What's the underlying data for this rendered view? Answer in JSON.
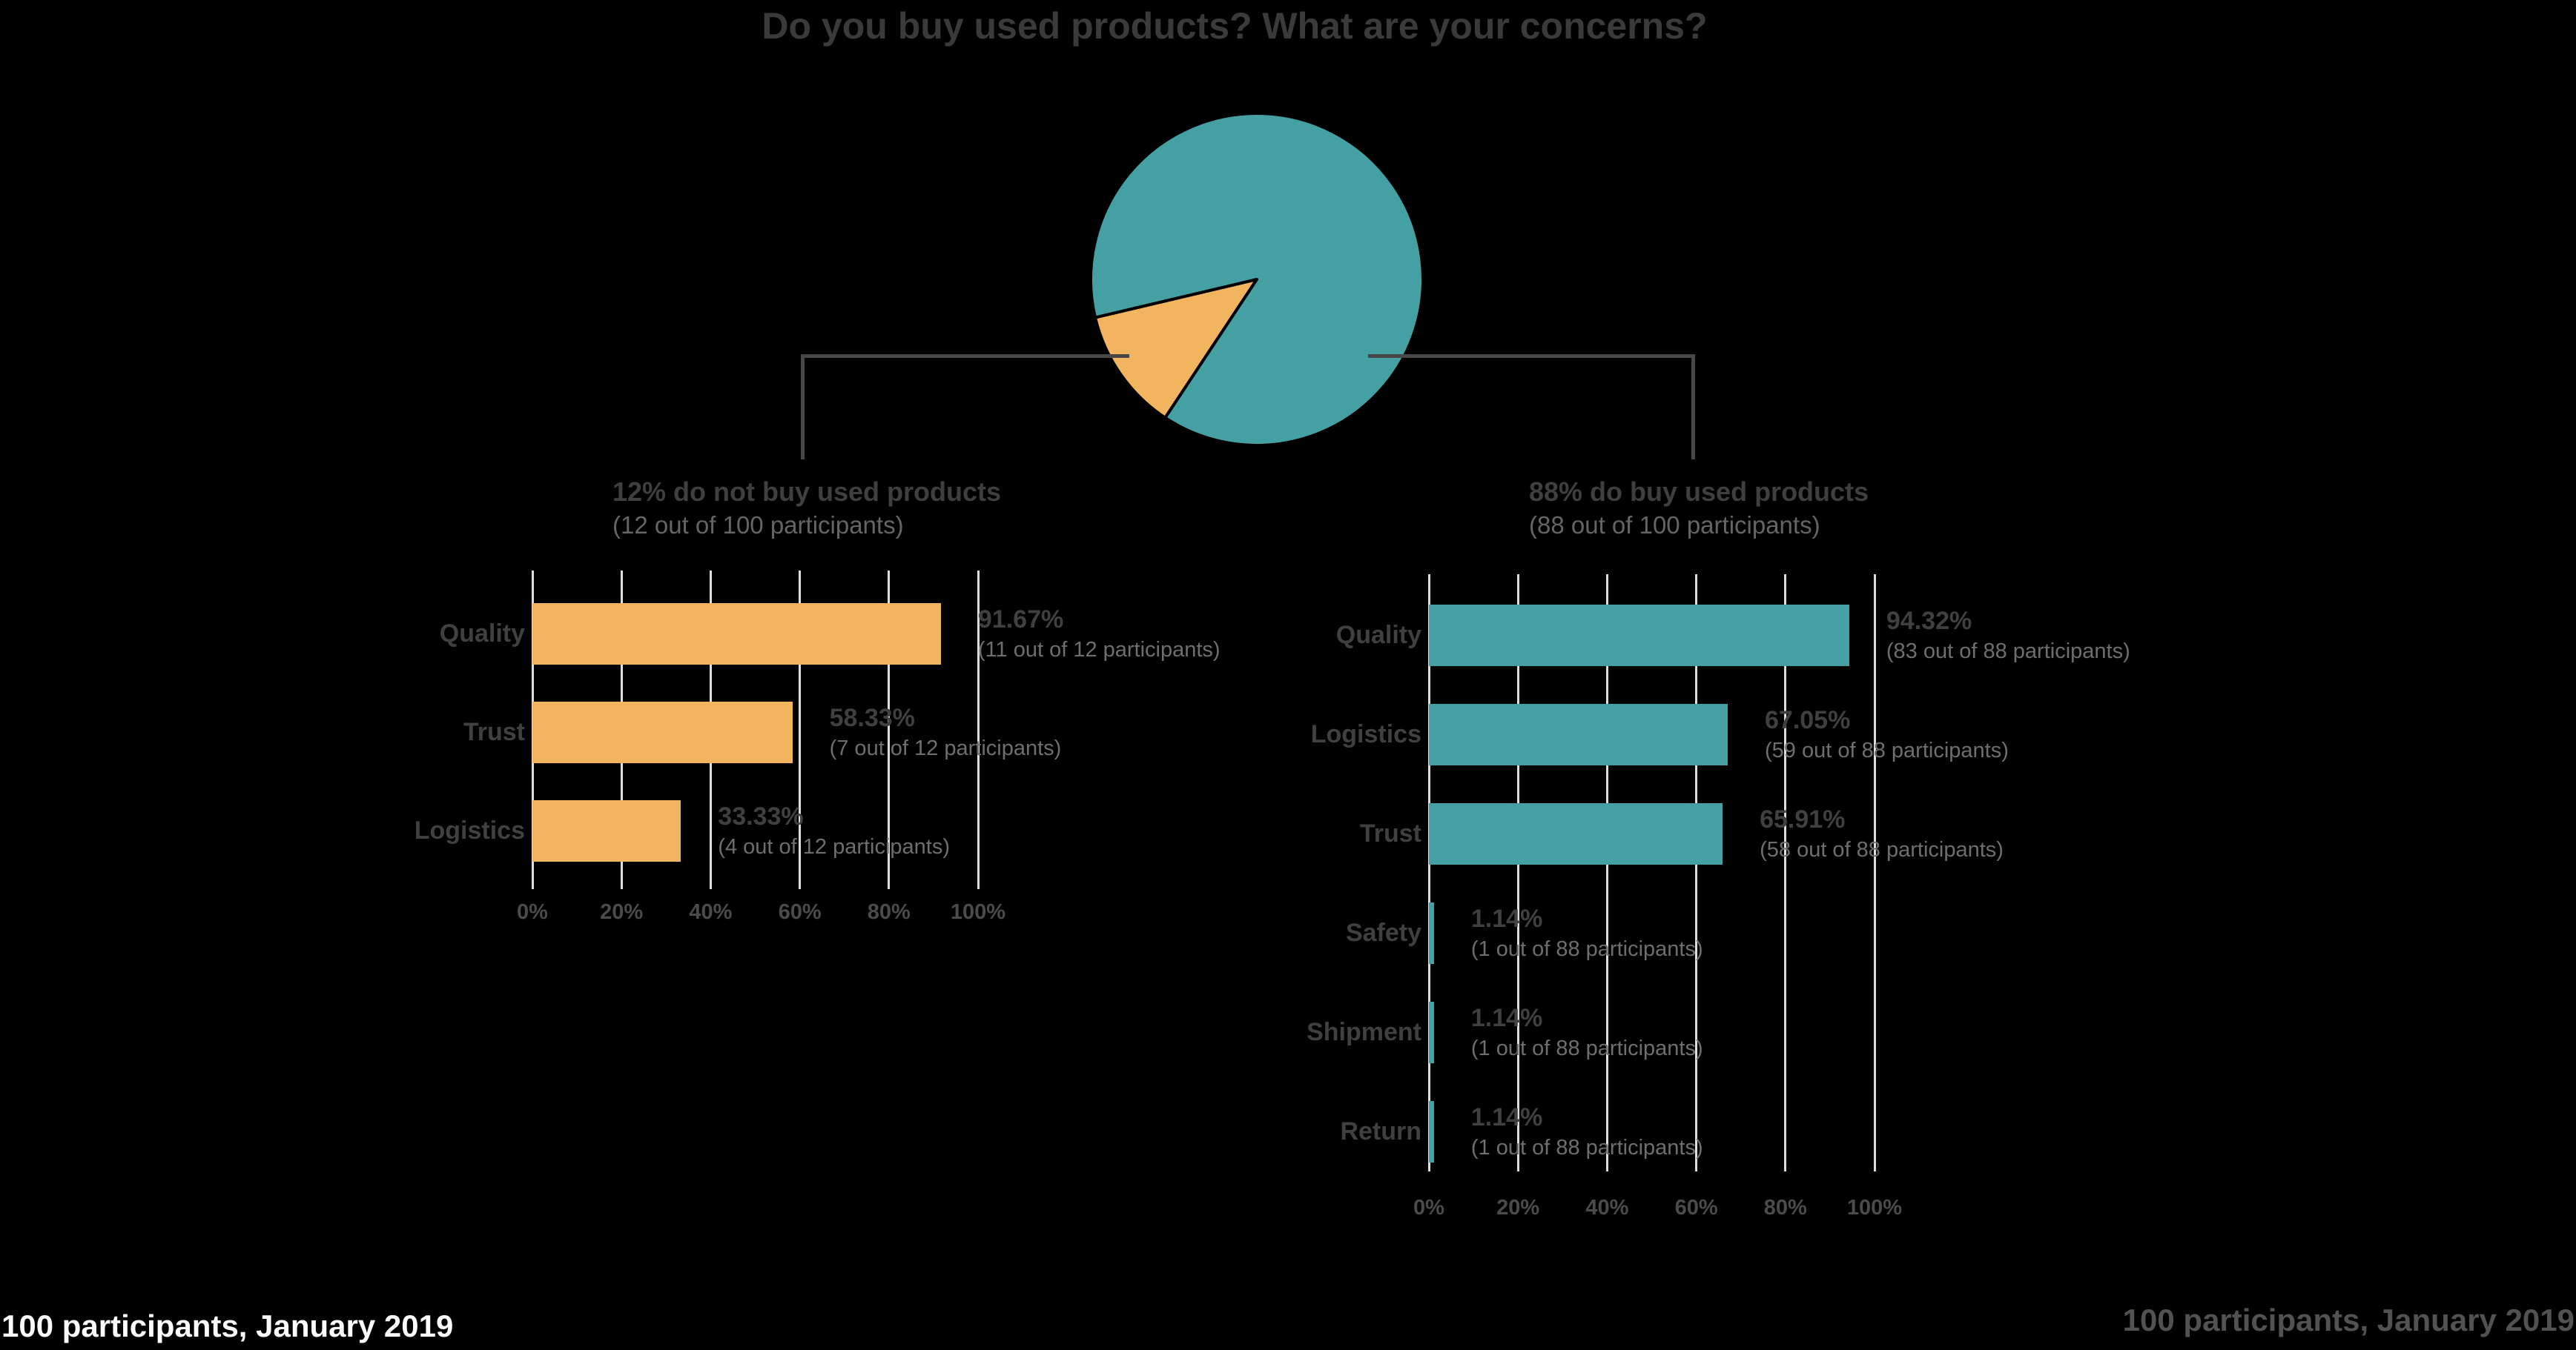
{
  "title": "Do you buy used products? What are your concerns?",
  "footer_left": "100 participants, January 2019",
  "footer_right": "100 participants, January 2019",
  "colors": {
    "background": "#000000",
    "teal": "#45A0A4",
    "orange": "#F2B45E",
    "gridline": "#DCDFDF",
    "connector": "#474747",
    "title_text": "#3A3A3A",
    "category_label": "#404040",
    "percent_label": "#404040",
    "sub_label": "#6E6E6E",
    "axis_label": "#4B4B4B",
    "subtitle_main": "#3F3F3F",
    "subtitle_sub": "#656565",
    "footer_left_text": "#FBFBFB",
    "footer_right_text": "#525252"
  },
  "chart_data": [
    {
      "type": "pie",
      "title": "Do you buy used products? What are your concerns?",
      "legend_position": "none",
      "slices": [
        {
          "label": "12% do not buy used products (12 out of 100 participants)",
          "value": 12,
          "color": "#F2B45E"
        },
        {
          "label": "88% do buy used products (88 out of 100 participants)",
          "value": 88,
          "color": "#45A0A4"
        }
      ]
    },
    {
      "type": "bar",
      "orientation": "horizontal",
      "title": "12% do not buy used products",
      "subtitle": "(12 out of 100 participants)",
      "categories": [
        "Quality",
        "Trust",
        "Logistics"
      ],
      "values": [
        91.67,
        58.33,
        33.33
      ],
      "percent_labels": [
        "91.67%",
        "58.33%",
        "33.33%"
      ],
      "sub_labels": [
        "(11 out of 12 participants)",
        "(7 out of 12 participants)",
        "(4 out of 12 participants)"
      ],
      "xlim": [
        0,
        100
      ],
      "ticks": [
        "0%",
        "20%",
        "40%",
        "60%",
        "80%",
        "100%"
      ],
      "grid": true,
      "bar_color": "#F2B45E"
    },
    {
      "type": "bar",
      "orientation": "horizontal",
      "title": "88% do buy used products",
      "subtitle": "(88 out of 100 participants)",
      "categories": [
        "Quality",
        "Logistics",
        "Trust",
        "Safety",
        "Shipment",
        "Return"
      ],
      "values": [
        94.32,
        67.05,
        65.91,
        1.14,
        1.14,
        1.14
      ],
      "percent_labels": [
        "94.32%",
        "67.05%",
        "65.91%",
        "1.14%",
        "1.14%",
        "1.14%"
      ],
      "sub_labels": [
        "(83 out of 88 participants)",
        "(59 out of 88 participants)",
        "(58 out of 88 participants)",
        "(1 out of 88 participants)",
        "(1 out of 88 participants)",
        "(1 out of 88 participants)"
      ],
      "xlim": [
        0,
        100
      ],
      "ticks": [
        "0%",
        "20%",
        "40%",
        "60%",
        "80%",
        "100%"
      ],
      "grid": true,
      "bar_color": "#45A0A4"
    }
  ]
}
